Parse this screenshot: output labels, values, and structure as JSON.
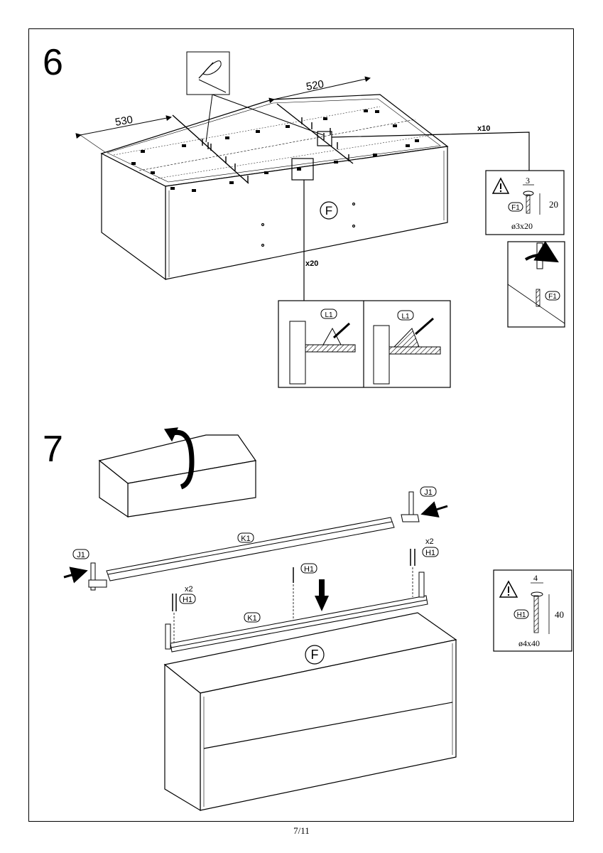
{
  "page": {
    "number": "7/11"
  },
  "step6": {
    "number": "6",
    "dim_left": "530",
    "dim_right": "520",
    "panel_label": "F",
    "qty_screws": "x10",
    "qty_brackets": "x20",
    "screw_part": "F1",
    "screw_head": "3",
    "screw_length": "20",
    "screw_spec": "ø3x20",
    "bracket_part": "L1"
  },
  "step7": {
    "number": "7",
    "rail_part": "K1",
    "leg_part": "J1",
    "bolt_part": "H1",
    "qty_bolts": "x2",
    "panel_label": "F",
    "bolt_head": "4",
    "bolt_length": "40",
    "bolt_spec": "ø4x40"
  },
  "icons": [
    "warning-icon",
    "hand-pencil-icon",
    "screwdriver-icon",
    "rotate-arrow-icon",
    "push-arrow-icon",
    "down-arrow-icon"
  ]
}
